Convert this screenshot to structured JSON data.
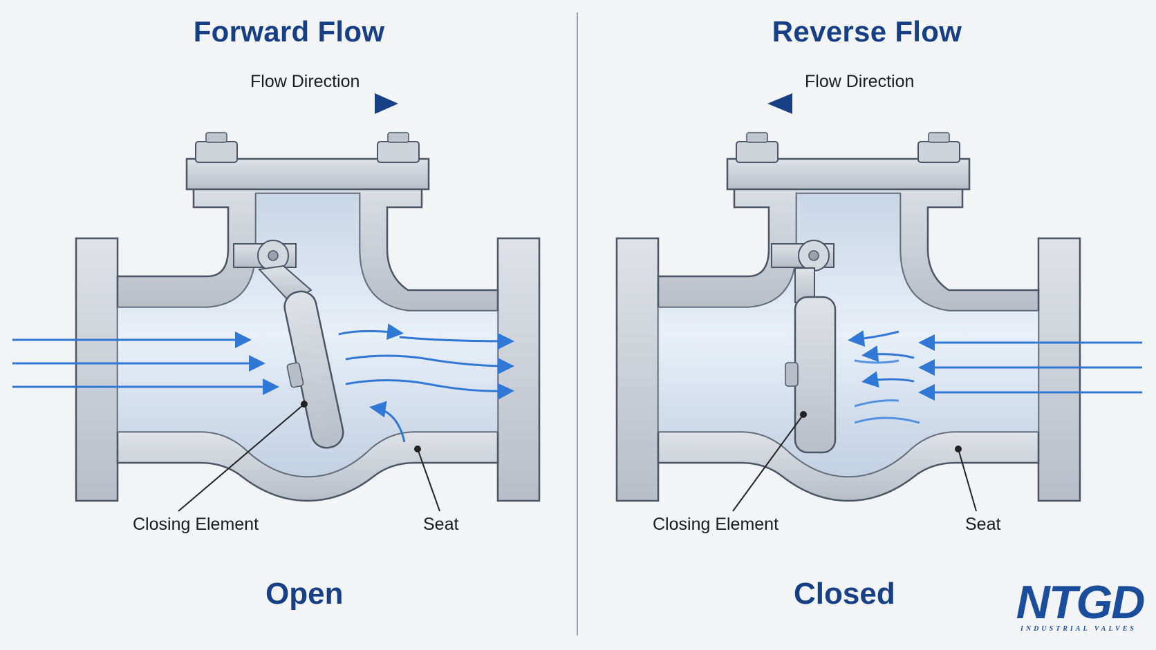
{
  "left_panel": {
    "title": "Forward Flow",
    "flow_direction_label": "Flow Direction",
    "closing_element_label": "Closing Element",
    "seat_label": "Seat",
    "state_label": "Open"
  },
  "right_panel": {
    "title": "Reverse Flow",
    "flow_direction_label": "Flow Direction",
    "closing_element_label": "Closing Element",
    "seat_label": "Seat",
    "state_label": "Closed"
  },
  "logo": {
    "mark": "NTGD",
    "tagline": "INDUSTRIAL VALVES"
  },
  "colors": {
    "title": "#163f86",
    "flow_arrow": "#2f78d6",
    "valve_metal": "#c9ced6",
    "valve_outline": "#4b5563",
    "cavity": "#dde6f1"
  }
}
